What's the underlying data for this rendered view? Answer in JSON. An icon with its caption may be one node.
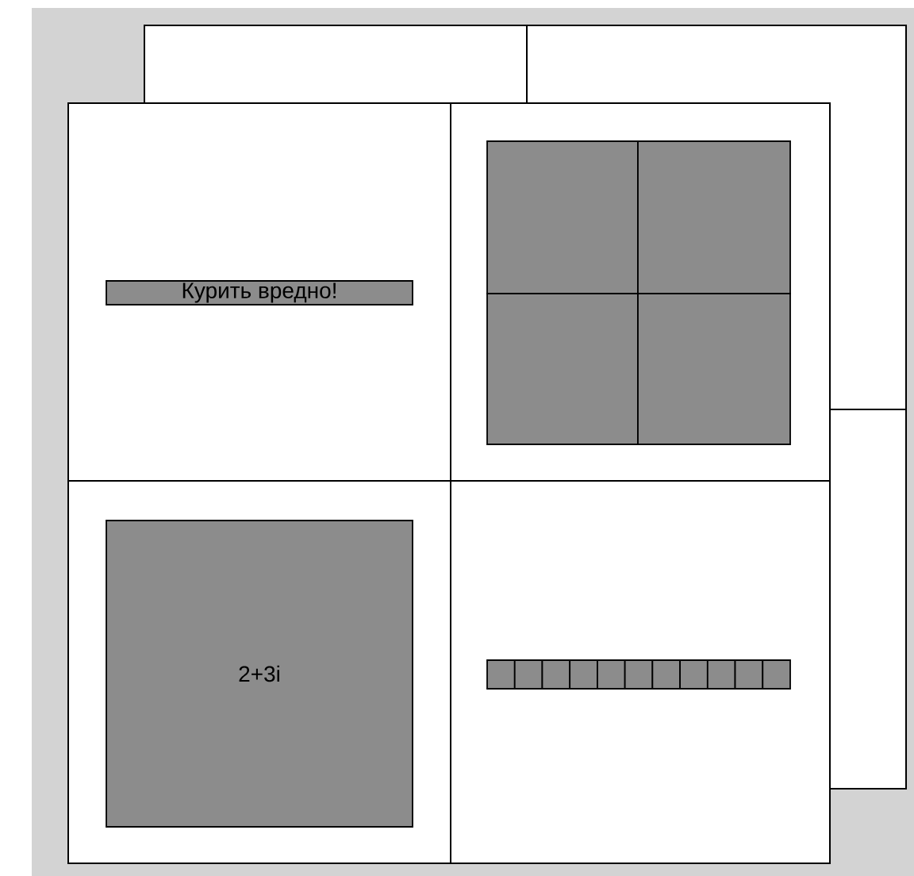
{
  "diagram": {
    "nodes": [
      {
        "text": [
          "Курить вредно!"
        ]
      },
      {
        "text": [],
        "shape": "box"
      },
      {
        "text": [],
        "shape": "box"
      },
      {
        "text": [],
        "shape": "box"
      },
      {
        "text": [],
        "shape": "box"
      },
      {
        "text": [
          "2+3i"
        ]
      },
      {
        "text": [],
        "shape": "box"
      },
      {
        "text": [],
        "shape": "box"
      },
      {
        "text": [],
        "shape": "box"
      },
      {
        "text": [],
        "shape": "box"
      },
      {
        "text": [],
        "shape": "box"
      },
      {
        "text": [],
        "shape": "box"
      },
      {
        "text": [],
        "shape": "box"
      },
      {
        "text": [],
        "shape": "box"
      },
      {
        "text": [],
        "shape": "box"
      },
      {
        "text": [],
        "shape": "box"
      },
      {
        "text": [],
        "shape": "box"
      }
    ]
  }
}
